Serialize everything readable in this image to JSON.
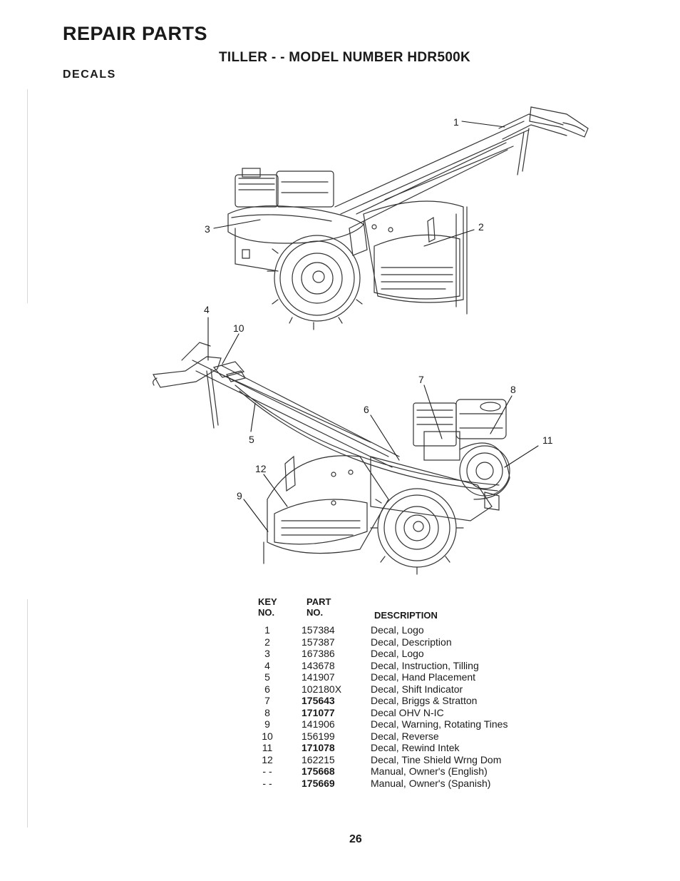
{
  "header": {
    "title": "REPAIR PARTS",
    "subtitle": "TILLER - - MODEL NUMBER HDR500K",
    "section": "DECALS"
  },
  "diagram": {
    "callouts": [
      "1",
      "2",
      "3",
      "4",
      "10",
      "7",
      "8",
      "6",
      "11",
      "5",
      "12",
      "9"
    ]
  },
  "table": {
    "headers": {
      "key_line1": "KEY",
      "key_line2": "NO.",
      "part_line1": "PART",
      "part_line2": "NO.",
      "description": "DESCRIPTION"
    },
    "rows": [
      {
        "key": "1",
        "part": "157384",
        "desc": "Decal, Logo"
      },
      {
        "key": "2",
        "part": "157387",
        "desc": "Decal, Description"
      },
      {
        "key": "3",
        "part": "167386",
        "desc": "Decal, Logo"
      },
      {
        "key": "4",
        "part": "143678",
        "desc": "Decal, Instruction, Tilling"
      },
      {
        "key": "5",
        "part": "141907",
        "desc": "Decal, Hand Placement"
      },
      {
        "key": "6",
        "part": "102180X",
        "desc": "Decal, Shift Indicator"
      },
      {
        "key": "7",
        "part": "175643",
        "desc": "Decal, Briggs & Stratton"
      },
      {
        "key": "8",
        "part": "171077",
        "desc": "Decal OHV N-IC"
      },
      {
        "key": "9",
        "part": "141906",
        "desc": "Decal, Warning, Rotating Tines"
      },
      {
        "key": "10",
        "part": "156199",
        "desc": "Decal, Reverse"
      },
      {
        "key": "11",
        "part": "171078",
        "desc": "Decal, Rewind Intek"
      },
      {
        "key": "12",
        "part": "162215",
        "desc": "Decal, Tine Shield Wrng Dom"
      },
      {
        "key": "- -",
        "part": "175668",
        "desc": "Manual, Owner's (English)"
      },
      {
        "key": "- -",
        "part": "175669",
        "desc": "Manual, Owner's (Spanish)"
      }
    ]
  },
  "footer": {
    "page_number": "26"
  }
}
